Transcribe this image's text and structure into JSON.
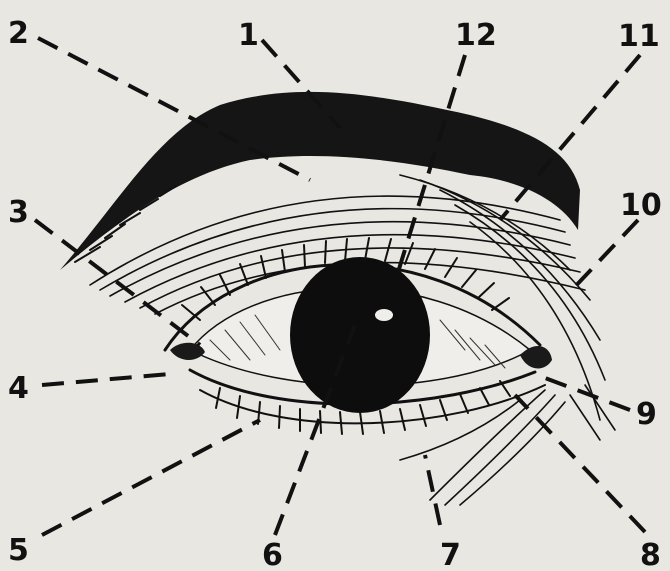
{
  "labels": [
    "1",
    "2",
    "3",
    "4",
    "5",
    "6",
    "7",
    "8",
    "9",
    "10",
    "11",
    "12"
  ],
  "colors": {
    "paper": "#e8e7e2",
    "ink": "#111111"
  }
}
